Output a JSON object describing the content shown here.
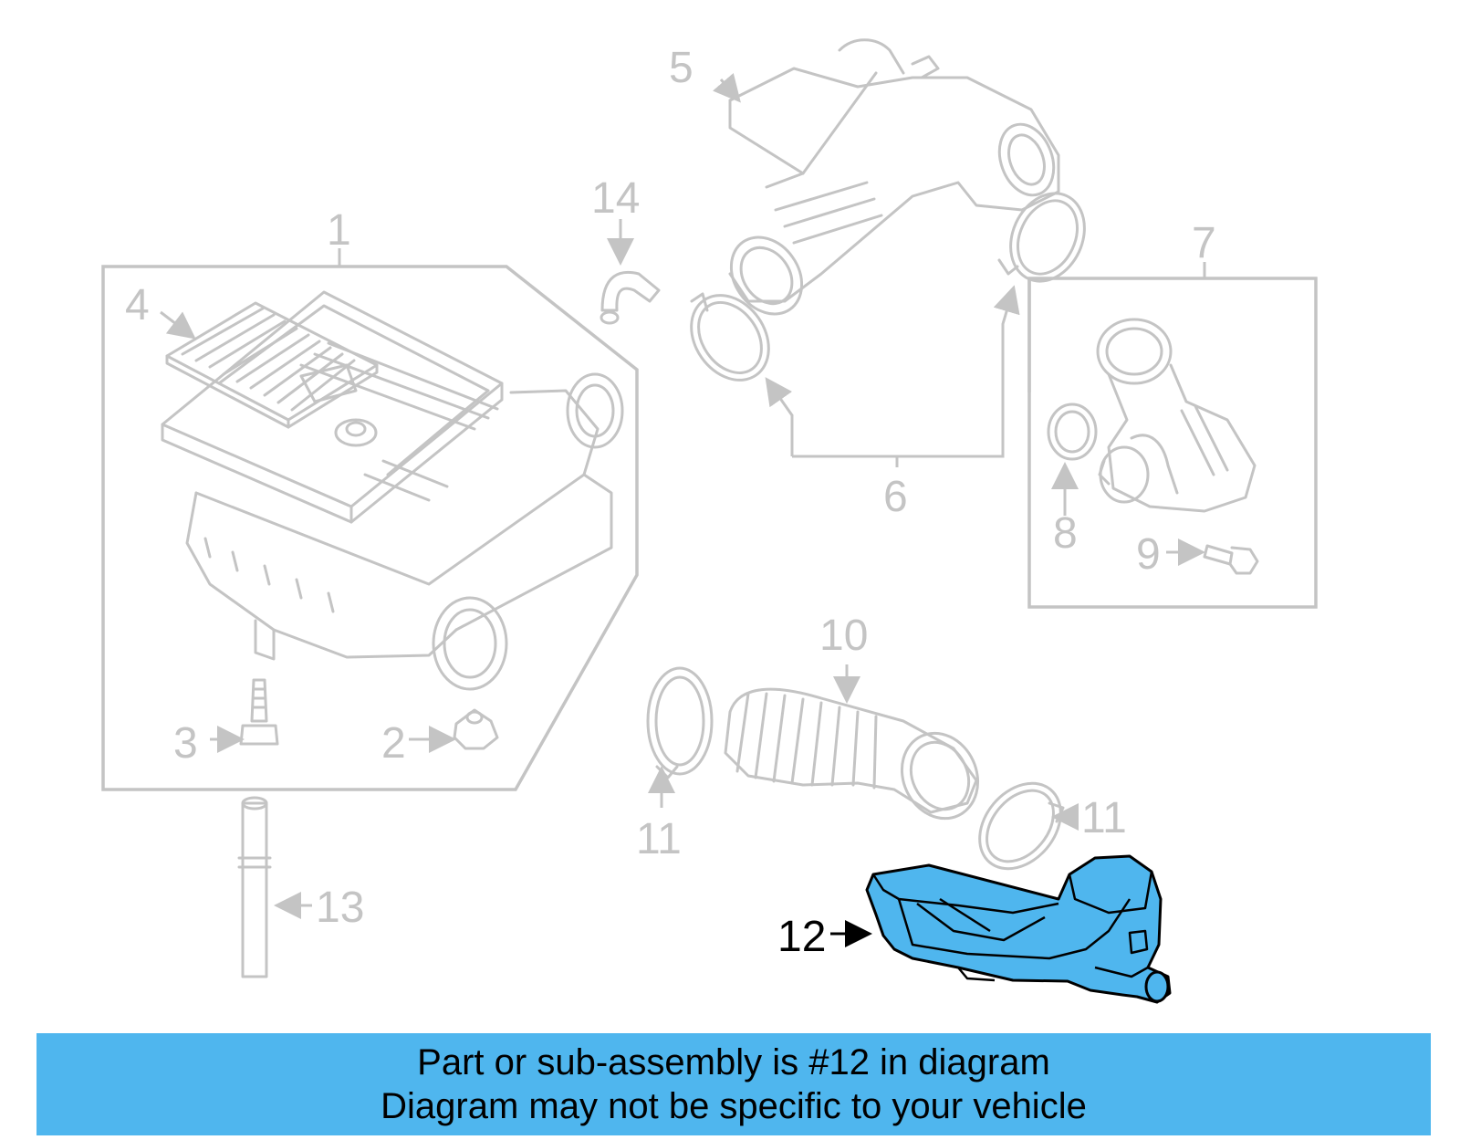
{
  "diagram": {
    "highlighted_part": "12",
    "highlight_color": "#4fb6ee",
    "callouts": {
      "c1": "1",
      "c2": "2",
      "c3": "3",
      "c4": "4",
      "c5": "5",
      "c6": "6",
      "c7": "7",
      "c8": "8",
      "c9": "9",
      "c10": "10",
      "c11a": "11",
      "c11b": "11",
      "c12": "12",
      "c13": "13",
      "c14": "14"
    }
  },
  "banner": {
    "line1": "Part or sub-assembly is #12 in diagram",
    "line2": "Diagram may not be specific to your vehicle",
    "color": "#4fb6ee"
  }
}
